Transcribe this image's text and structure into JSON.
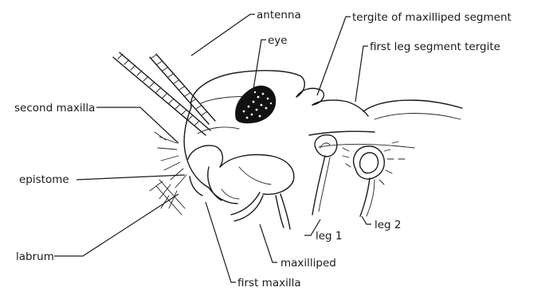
{
  "labels": {
    "antenna": "antenna",
    "eye": "eye",
    "tergite_maxilliped": "tergite of maxilliped segment",
    "first_leg_tergite": "first leg segment tergite",
    "second_maxilla": "second maxilla",
    "epistome": "epistome",
    "labrum": "labrum",
    "leg1": "leg 1",
    "leg2": "leg 2",
    "maxilliped": "maxilliped",
    "first_maxilla": "first maxilla"
  }
}
